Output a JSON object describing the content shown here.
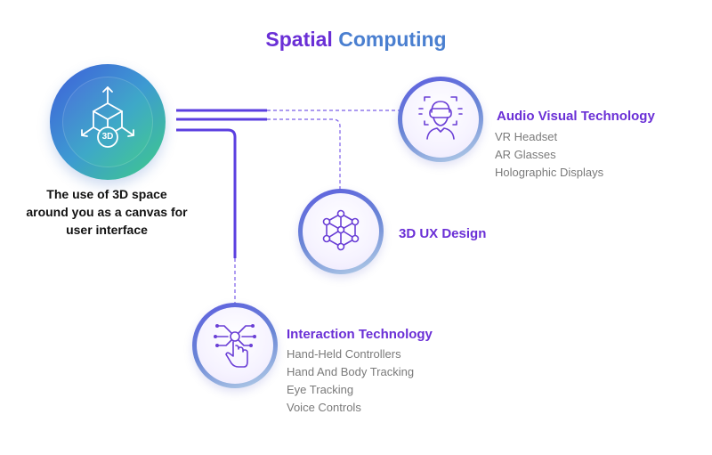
{
  "title": {
    "part1": "Spatial",
    "part2": "Computing"
  },
  "hub": {
    "badge": "3D",
    "caption_lines": [
      "The use of 3D space",
      "around you as a canvas for",
      "user interface"
    ]
  },
  "nodes": [
    {
      "title": "Audio Visual Technology",
      "icon": "vr-headset-user-icon",
      "items": [
        "VR Headset",
        "AR Glasses",
        "Holographic Displays"
      ]
    },
    {
      "title": "3D UX Design",
      "icon": "cube-network-icon",
      "items": []
    },
    {
      "title": "Interaction Technology",
      "icon": "hand-touch-icon",
      "items": [
        "Hand-Held Controllers",
        "Hand And Body Tracking",
        "Eye Tracking",
        "Voice Controls"
      ]
    }
  ],
  "colors": {
    "title_primary": "#6a2fd6",
    "title_secondary": "#4a7fd0",
    "node_title": "#6a2fd6",
    "connector": "#6a3fe0",
    "item_text": "#7a7a7a"
  }
}
